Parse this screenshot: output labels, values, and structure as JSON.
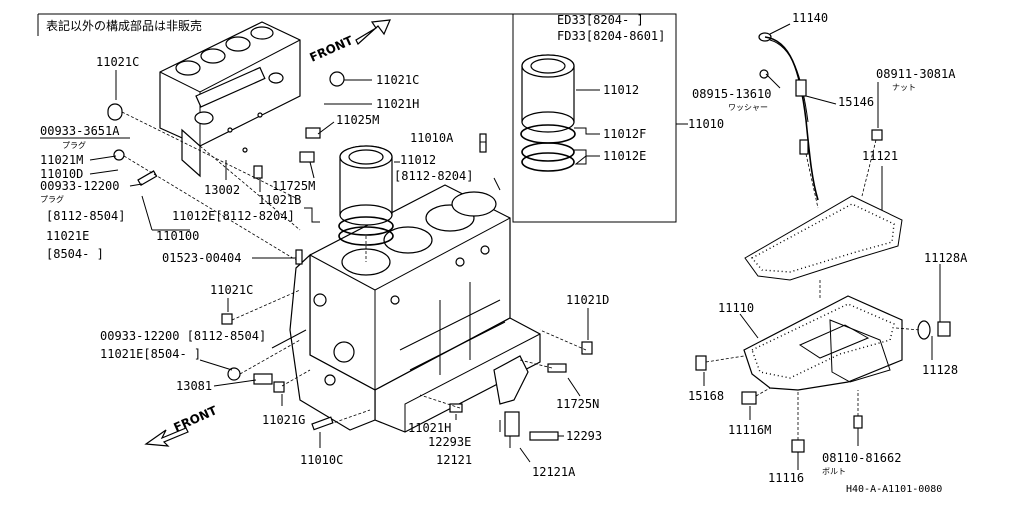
{
  "note": "表記以外の構成部品は非販売",
  "front_labels": [
    "FRONT",
    "FRONT"
  ],
  "inset": {
    "line1": "ED33[8204-    ]",
    "line2": "FD33[8204-8601]",
    "part_11012": "11012",
    "part_11012F": "11012F",
    "part_11012E": "11012E"
  },
  "labels": {
    "p11021C_a": "11021C",
    "p11021C_b": "11021C",
    "p11021H_a": "11021H",
    "p11025M": "11025M",
    "p00933_3651A": "00933-3651A",
    "plug1": "プラグ",
    "p11021M": "11021M",
    "p11010D": "11010D",
    "p00933_12200_a": "00933-12200",
    "plug2": "プラグ",
    "p13002": "13002",
    "p11725M": "11725M",
    "p11021B": "11021B",
    "p11012E_b": "11012E[8112-8204]",
    "r8112_8504_a": "[8112-8504]",
    "p110100": "110100",
    "p11021E_a": "11021E",
    "r8504_a": "[8504-      ]",
    "p01523": "01523-00404",
    "p11021C_c": "11021C",
    "p00933_12200_b": "00933-12200 [8112-8504]",
    "p11021E_b": "11021E[8504-      ]",
    "p13081": "13081",
    "p11021G": "11021G",
    "p11010C": "11010C",
    "p11021H_b": "11021H",
    "p12293E": "12293E",
    "p12121": "12121",
    "p12121A": "12121A",
    "p12293": "12293",
    "p11725N": "11725N",
    "p11021D": "11021D",
    "p11010A": "11010A",
    "p11012_b": "11012",
    "r8112_8204": "[8112-8204]",
    "p11010": "11010",
    "p11140": "11140",
    "p08915": "08915-13610",
    "washer": "ワッシャー",
    "p15146": "15146",
    "p08911": "08911-3081A",
    "nut": "ナット",
    "p11121": "11121",
    "p11128A": "11128A",
    "p11110": "11110",
    "p11128": "11128",
    "p15168": "15168",
    "p11116M": "11116M",
    "p08110": "08110-81662",
    "bolt": "ボルト",
    "p11116": "11116",
    "ref": "H40-A-A1101-0080"
  }
}
